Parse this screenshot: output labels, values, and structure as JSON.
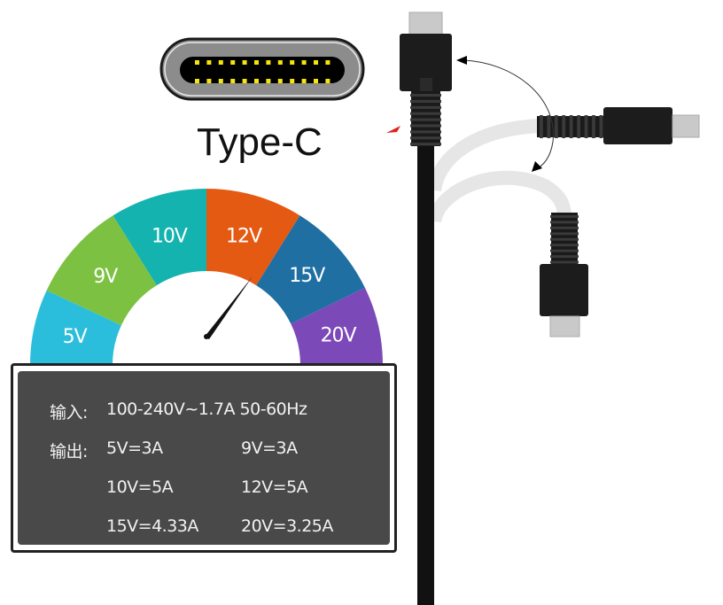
{
  "connector": {
    "label": "Type-C",
    "pin_color": "#f5e50a"
  },
  "gauge": {
    "segments": [
      {
        "label": "5V",
        "color": "#2bbedc"
      },
      {
        "label": "9V",
        "color": "#7cc142"
      },
      {
        "label": "10V",
        "color": "#14b3b0"
      },
      {
        "label": "12V",
        "color": "#e45a13"
      },
      {
        "label": "15V",
        "color": "#1f6fa2"
      },
      {
        "label": "20V",
        "color": "#7b49b8"
      }
    ]
  },
  "specs": {
    "input_label": "输入:",
    "input_value": "100-240V~1.7A  50-60Hz",
    "output_label": "输出:",
    "outputs": [
      "5V=3A",
      "9V=3A",
      "10V=5A",
      "12V=5A",
      "15V=4.33A",
      "20V=3.25A"
    ]
  }
}
